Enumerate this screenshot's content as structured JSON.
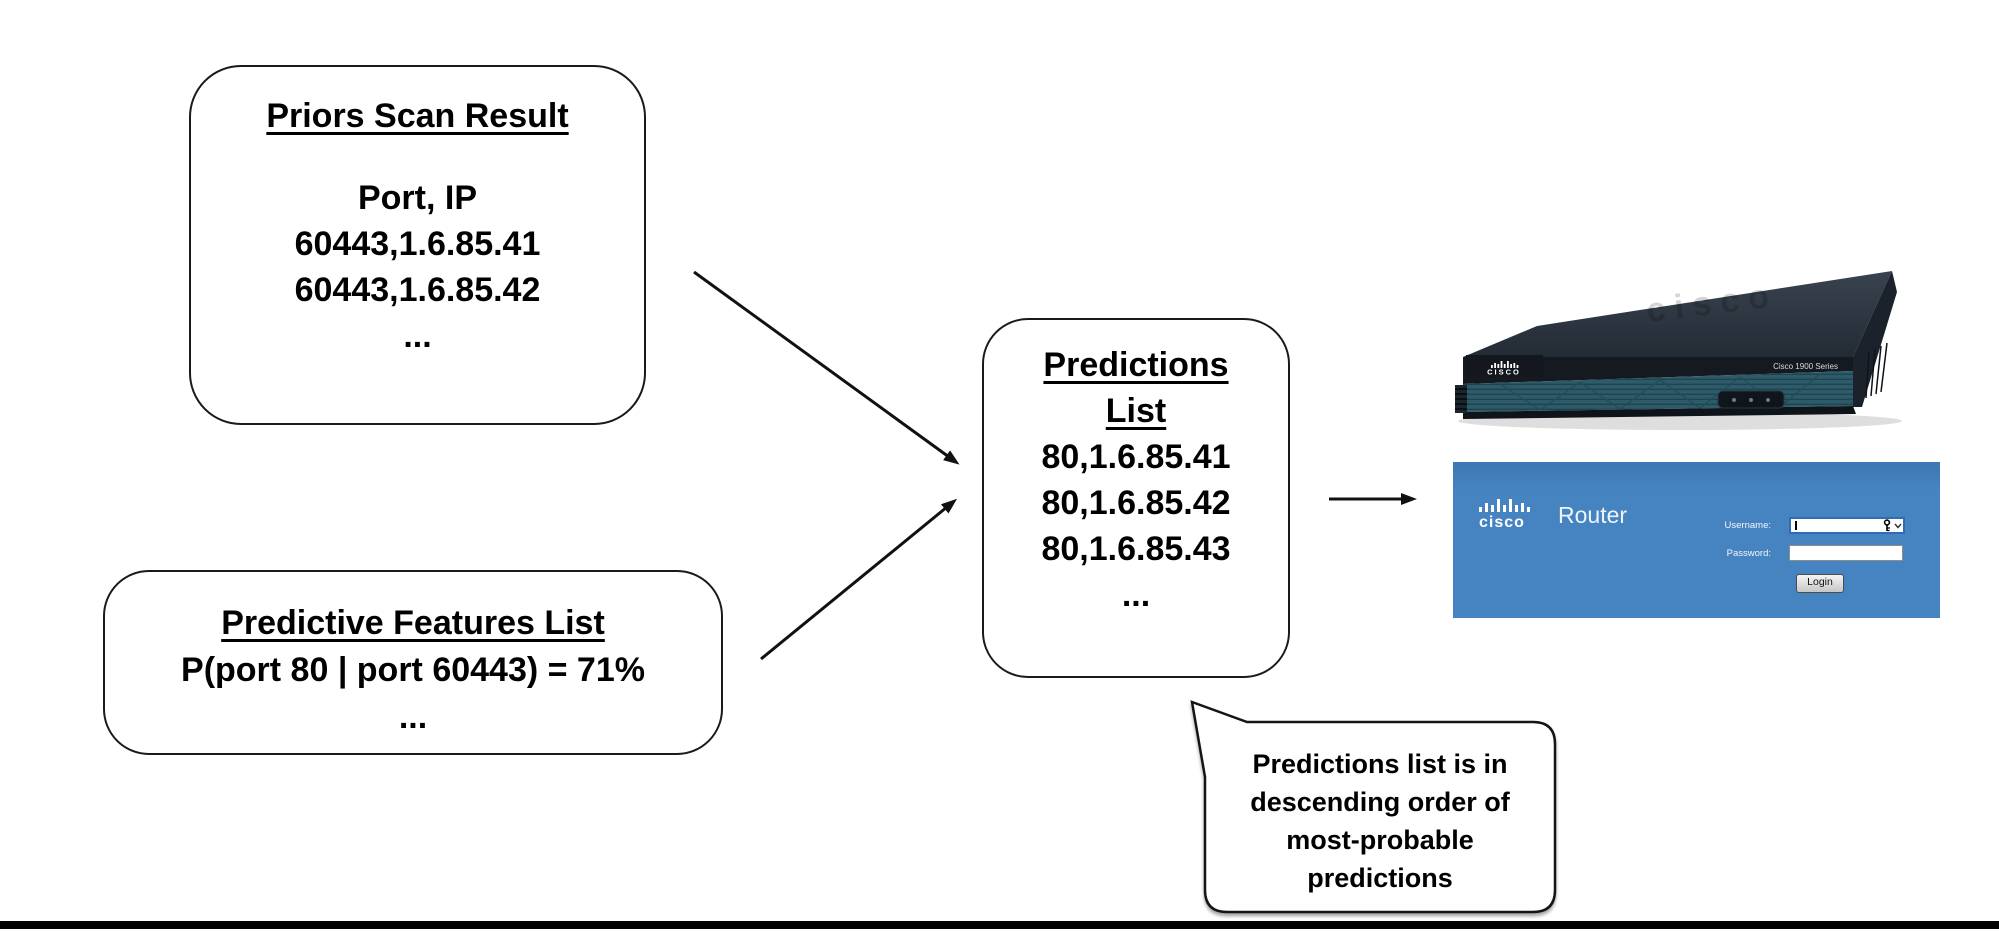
{
  "diagram": {
    "boxes": {
      "priors": {
        "title": "Priors Scan Result",
        "lines": [
          "Port, IP",
          "60443,1.6.85.41",
          "60443,1.6.85.42",
          "..."
        ]
      },
      "features": {
        "title": "Predictive Features List",
        "lines": [
          "P(port 80 | port 60443) = 71%",
          "..."
        ]
      },
      "predictions": {
        "title": "Predictions List",
        "lines": [
          "80,1.6.85.41",
          "80,1.6.85.42",
          "80,1.6.85.43",
          "..."
        ]
      }
    },
    "callout": {
      "text": "Predictions list is in descending order of most-probable predictions"
    },
    "line_color": "#111111"
  },
  "router_image": {
    "brand_plate": "CISCO",
    "series_label": "Cisco 1900 Series",
    "embossed_text": "cisco",
    "body_color": "#2b333e",
    "vent_color": "#2e5b6a"
  },
  "login": {
    "brand": "cisco",
    "product": "Router",
    "username_label": "Username:",
    "username_value": "",
    "password_label": "Password:",
    "password_value": "",
    "login_button": "Login",
    "panel_color": "#4583c1"
  }
}
